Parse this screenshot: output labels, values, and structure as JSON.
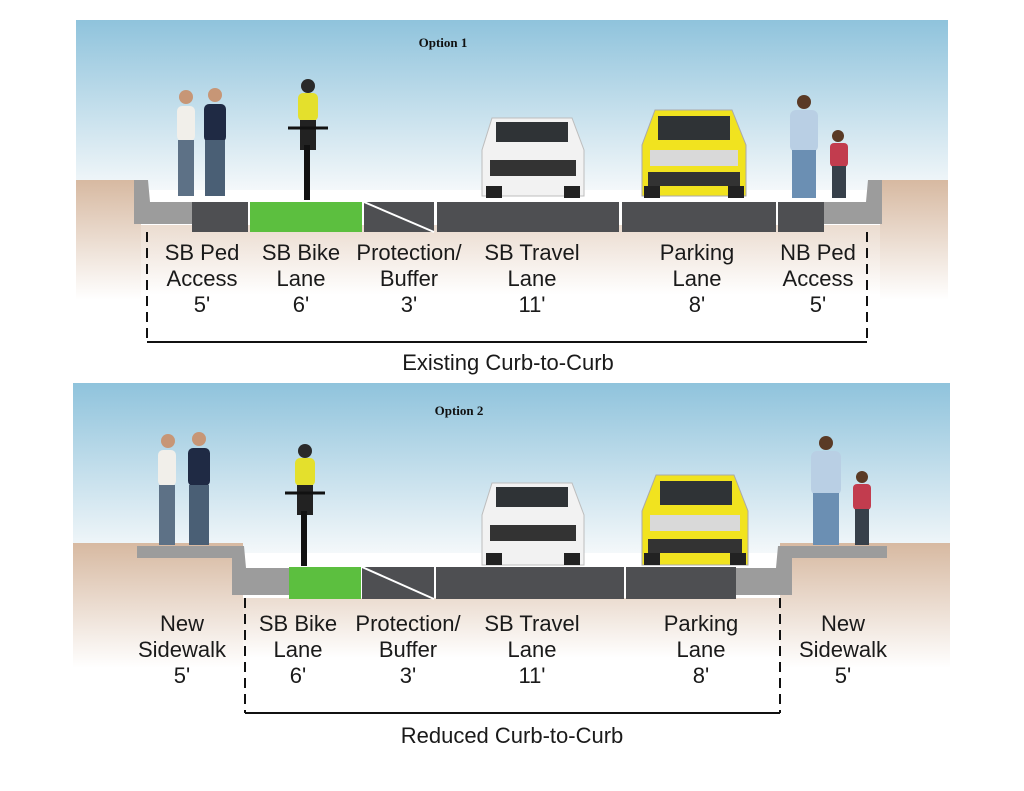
{
  "option1": {
    "title": "Option 1",
    "segments": [
      {
        "line1": "SB Ped",
        "line2": "Access",
        "width": "5'"
      },
      {
        "line1": "SB Bike",
        "line2": "Lane",
        "width": "6'"
      },
      {
        "line1": "Protection/",
        "line2": "Buffer",
        "width": "3'"
      },
      {
        "line1": "SB Travel",
        "line2": "Lane",
        "width": "11'"
      },
      {
        "line1": "Parking",
        "line2": "Lane",
        "width": "8'"
      },
      {
        "line1": "NB Ped",
        "line2": "Access",
        "width": "5'"
      }
    ],
    "dimension_label": "Existing Curb-to-Curb"
  },
  "option2": {
    "title": "Option 2",
    "segments": [
      {
        "line1": "New",
        "line2": "Sidewalk",
        "width": "5'"
      },
      {
        "line1": "SB Bike",
        "line2": "Lane",
        "width": "6'"
      },
      {
        "line1": "Protection/",
        "line2": "Buffer",
        "width": "3'"
      },
      {
        "line1": "SB Travel",
        "line2": "Lane",
        "width": "11'"
      },
      {
        "line1": "Parking",
        "line2": "Lane",
        "width": "8'"
      },
      {
        "line1": "New",
        "line2": "Sidewalk",
        "width": "5'"
      }
    ],
    "dimension_label": "Reduced Curb-to-Curb"
  },
  "colors": {
    "sky_top": "#8fc3dc",
    "sky_bottom": "#ffffff",
    "ground": "#d7b9a1",
    "asphalt": "#4e4f52",
    "bike_lane": "#5cbf3f",
    "curb": "#9c9c9c"
  }
}
